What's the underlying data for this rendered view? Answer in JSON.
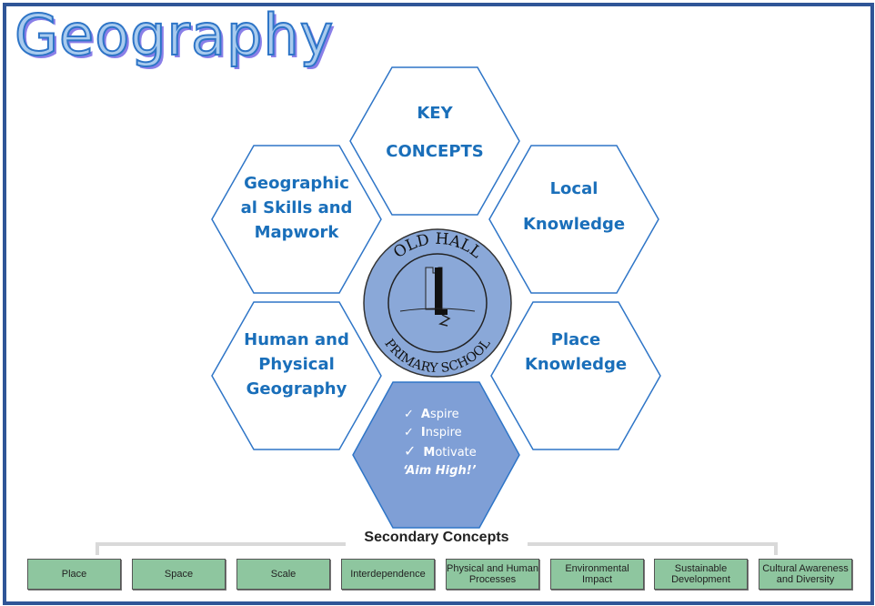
{
  "title": "Geography",
  "hexagons": {
    "key_concepts": [
      "KEY",
      "CONCEPTS"
    ],
    "geographical_skills": [
      "Geographic",
      "al Skills and",
      "Mapwork"
    ],
    "local_knowledge": [
      "Local",
      "Knowledge"
    ],
    "human_physical": [
      "Human and",
      "Physical",
      "Geography"
    ],
    "place_knowledge": [
      "Place",
      "Knowledge"
    ]
  },
  "logo": {
    "top_text": "OLD HALL",
    "bottom_text": "PRIMARY SCHOOL"
  },
  "motto": {
    "items": [
      {
        "initial": "A",
        "rest": "spire"
      },
      {
        "initial": "I",
        "rest": "nspire"
      },
      {
        "initial": "M",
        "rest": "otivate"
      }
    ],
    "tagline": "‘Aim High!’"
  },
  "secondary": {
    "title": "Secondary Concepts",
    "items": [
      "Place",
      "Space",
      "Scale",
      "Interdependence",
      "Physical and Human Processes",
      "Environmental Impact",
      "Sustainable Development",
      "Cultural Awareness and Diversity"
    ]
  },
  "colors": {
    "frame": "#2f5597",
    "hex_stroke": "#2e75c7",
    "hex_fill": "#7f9fd6",
    "text_blue": "#1a6fba",
    "box_green": "#8ec69f"
  }
}
